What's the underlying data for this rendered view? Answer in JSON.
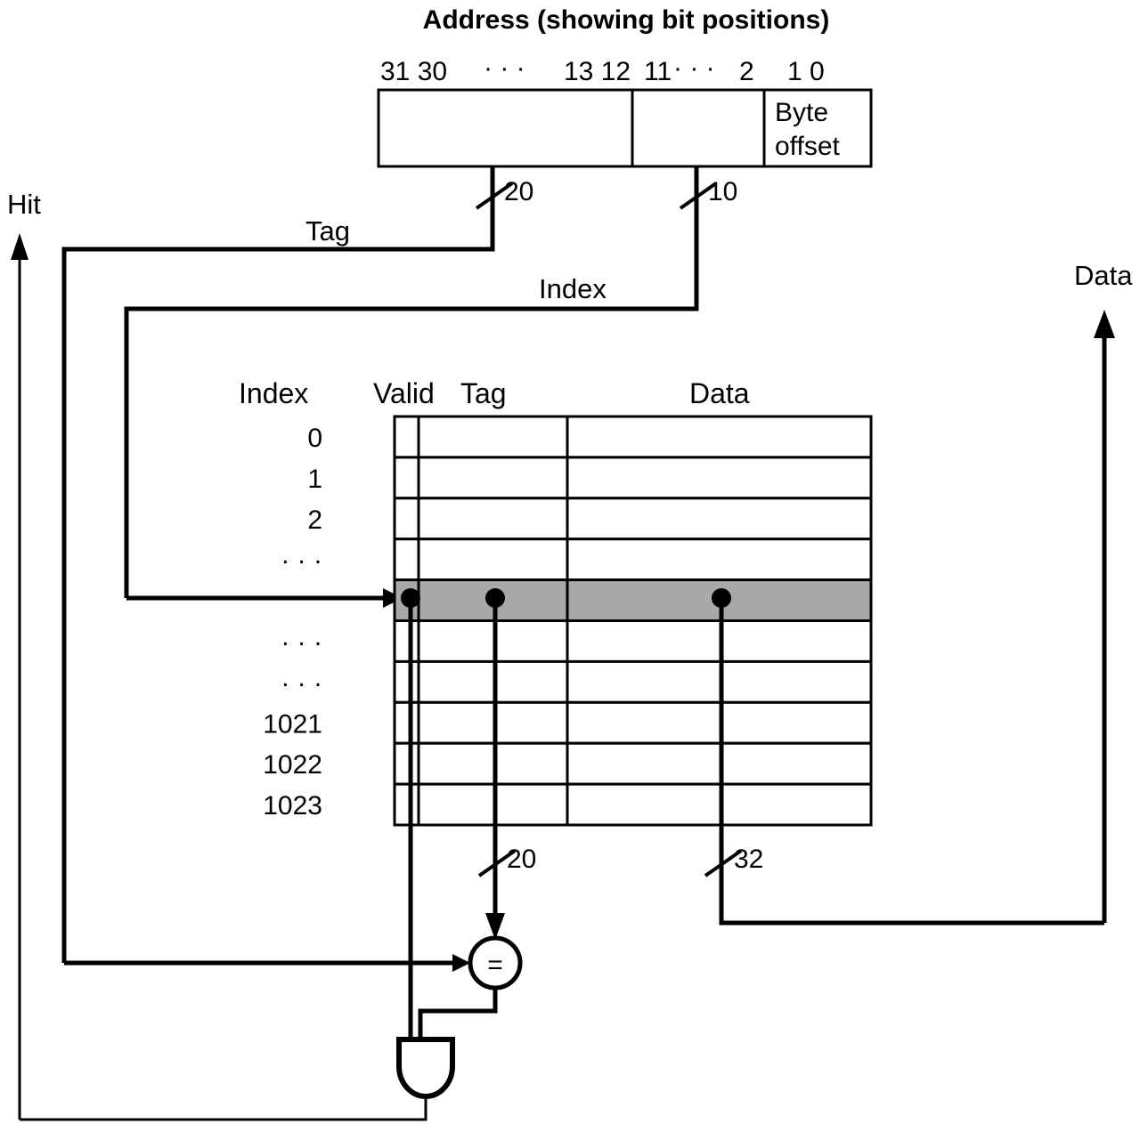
{
  "diagram": {
    "title": "Address (showing bit positions)",
    "address_bits": {
      "groups": [
        {
          "name": "tag-bits-label",
          "text": "31 30"
        },
        {
          "name": "tag-ellipsis",
          "text": "· · ·"
        },
        {
          "name": "tag-bits-end",
          "text": "13 12"
        },
        {
          "name": "index-bits-start",
          "text": "11"
        },
        {
          "name": "index-ellipsis",
          "text": "· · ·"
        },
        {
          "name": "index-bits-end",
          "text": "2"
        },
        {
          "name": "offset-bits",
          "text": "1 0"
        }
      ],
      "byte_offset_line1": "Byte",
      "byte_offset_line2": "offset"
    },
    "wire_labels": {
      "hit": "Hit",
      "data": "Data",
      "tag": "Tag",
      "index": "Index",
      "tag_width": "20",
      "index_width": "10",
      "tag_out_width": "20",
      "data_out_width": "32"
    },
    "cache_table": {
      "headers": {
        "index": "Index",
        "valid": "Valid",
        "tag": "Tag",
        "data": "Data"
      },
      "rows": [
        {
          "label": "0",
          "highlighted": false
        },
        {
          "label": "1",
          "highlighted": false
        },
        {
          "label": "2",
          "highlighted": false
        },
        {
          "label": "· · ·",
          "highlighted": false
        },
        {
          "label": "",
          "highlighted": true
        },
        {
          "label": "· · ·",
          "highlighted": false
        },
        {
          "label": "· · ·",
          "highlighted": false
        },
        {
          "label": "1021",
          "highlighted": false
        },
        {
          "label": "1022",
          "highlighted": false
        },
        {
          "label": "1023",
          "highlighted": false
        }
      ]
    },
    "comparator": {
      "symbol": "=",
      "name": "equality-comparator"
    },
    "and_gate": {
      "name": "and-gate"
    },
    "colors": {
      "stroke": "#000000",
      "background": "#ffffff",
      "highlight_row": "#a8a8a8"
    }
  }
}
